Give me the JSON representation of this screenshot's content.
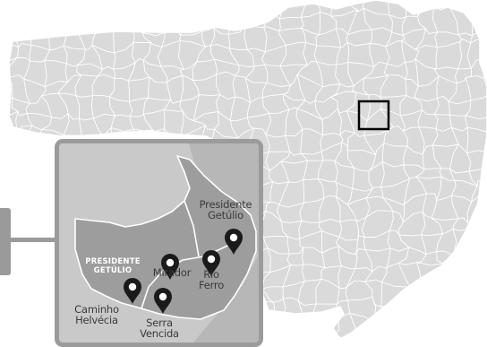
{
  "map": {
    "state_fill": "#dadada",
    "border_color": "#ffffff",
    "highlight_box_color": "#000000",
    "inset_frame_color": "#9b9b9b",
    "inset_background": "#c9c9c9",
    "municipality_fill": "#9d9d9d",
    "neighbor_fill": "#b5b5b5",
    "marker_color": "#1a1a1a",
    "marker_icon": "map-pin-icon"
  },
  "inset": {
    "region_label_line1": "PRESIDENTE",
    "region_label_line2": "GETÚLIO",
    "places": [
      {
        "line1": "Presidente",
        "line2": "Getúlio"
      },
      {
        "line1": "Mirador",
        "line2": ""
      },
      {
        "line1": "Rio",
        "line2": "Ferro"
      },
      {
        "line1": "Caminho",
        "line2": "Helvécia"
      },
      {
        "line1": "Serra",
        "line2": "Vencida"
      }
    ]
  }
}
